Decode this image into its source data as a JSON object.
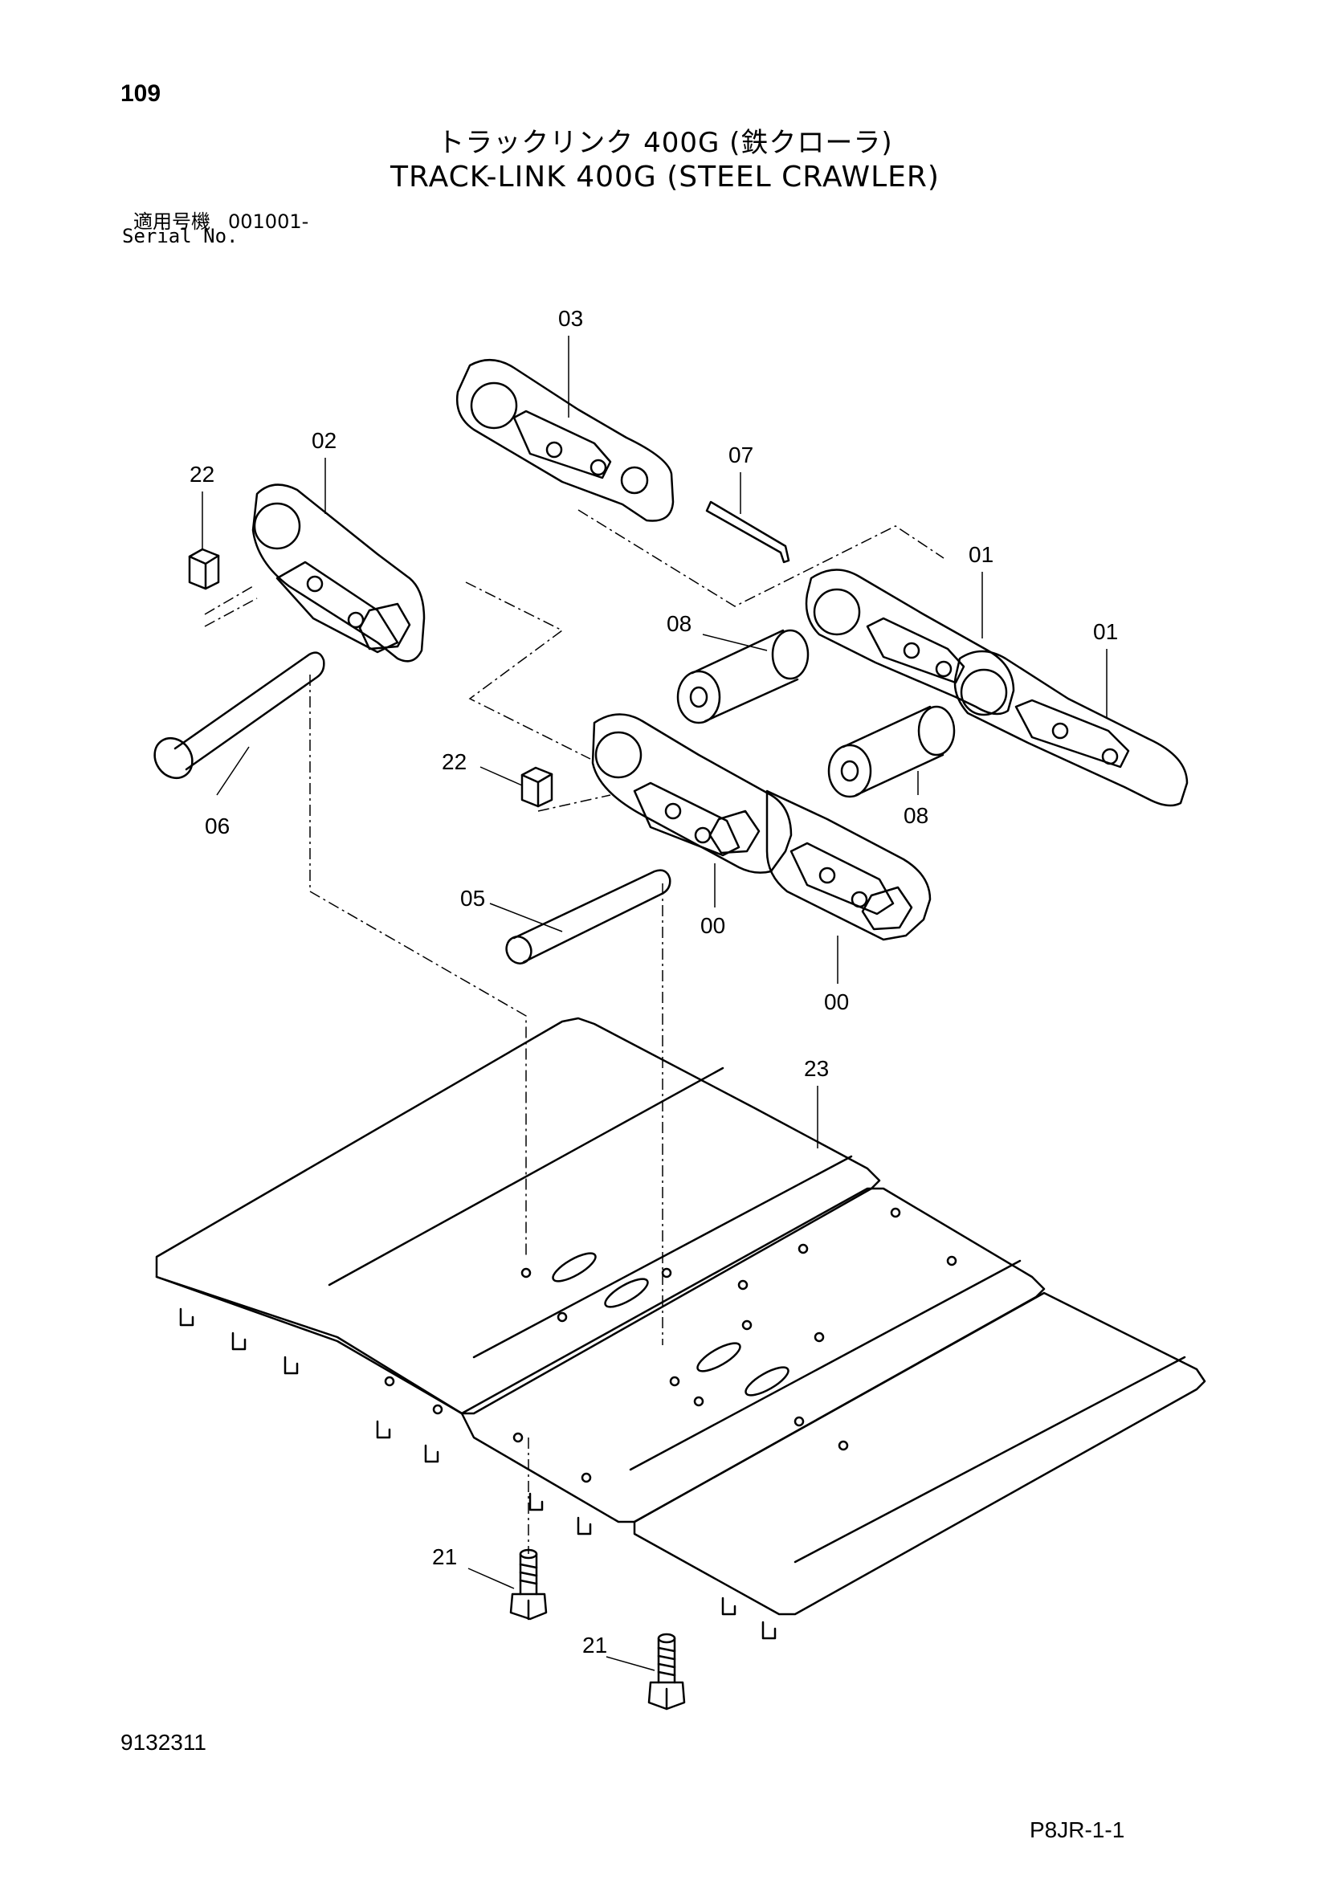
{
  "header": {
    "page_number": "109",
    "title_jp": "トラックリンク 400G (鉄クローラ)",
    "title_en": "TRACK-LINK 400G (STEEL CRAWLER)",
    "serial_label_jp": "適用号機",
    "serial_number": "001001-",
    "serial_label_en": "Serial No."
  },
  "callouts": {
    "c03": "03",
    "c02": "02",
    "c22a": "22",
    "c07": "07",
    "c01a": "01",
    "c01b": "01",
    "c08a": "08",
    "c08b": "08",
    "c06": "06",
    "c22b": "22",
    "c05": "05",
    "c00a": "00",
    "c00b": "00",
    "c23": "23",
    "c21a": "21",
    "c21b": "21"
  },
  "footer": {
    "doc_number": "9132311",
    "page_code": "P8JR-1-1"
  }
}
